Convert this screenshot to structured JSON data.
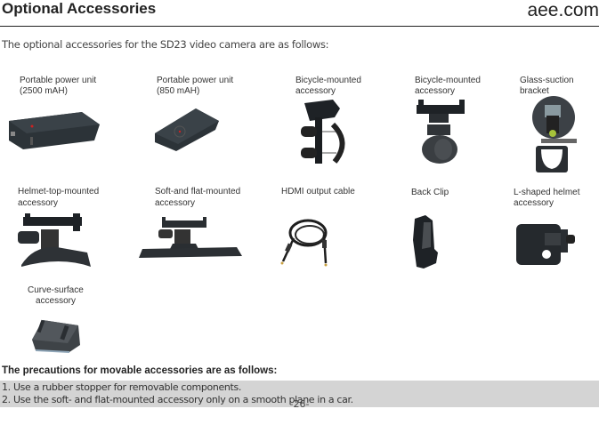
{
  "header": {
    "title": "Optional Accessories",
    "brand": "aee.com"
  },
  "intro": "The optional accessories for the SD23 video camera are as follows:",
  "accessories": [
    {
      "line1": "Portable power unit",
      "line2": "(2500 mAH)",
      "icon": "power-bank-large-icon"
    },
    {
      "line1": "Portable power unit",
      "line2": "(850 mAH)",
      "icon": "power-bank-small-icon"
    },
    {
      "line1": "Bicycle-mounted",
      "line2": "accessory",
      "icon": "bicycle-mount-icon"
    },
    {
      "line1": "Bicycle-mounted",
      "line2": "accessory",
      "icon": "bicycle-mount-round-icon"
    },
    {
      "line1": "Glass-suction",
      "line2": "bracket",
      "icon": "suction-cup-icon"
    },
    {
      "line1": "Helmet-top-mounted",
      "line2": "accessory",
      "icon": "helmet-mount-icon"
    },
    {
      "line1": "Soft-and flat-mounted",
      "line2": "accessory",
      "icon": "flat-mount-icon"
    },
    {
      "line1": "HDMI output cable",
      "line2": "",
      "icon": "hdmi-cable-icon"
    },
    {
      "line1": "Back Clip",
      "line2": "",
      "icon": "back-clip-icon"
    },
    {
      "line1": "L-shaped helmet",
      "line2": "accessory",
      "icon": "l-helmet-mount-icon"
    },
    {
      "line1": "Curve-surface",
      "line2": "accessory",
      "icon": "curve-mount-icon"
    }
  ],
  "precautions": {
    "title": "The precautions for movable accessories are as follows:",
    "items": [
      "1. Use a rubber stopper for removable components.",
      "2. Use the soft- and flat-mounted accessory only on a smooth plane in a car."
    ]
  },
  "page_number": "-26-",
  "colors": {
    "highlight_bg": "#d4d4d4",
    "product_dark": "#2b3136"
  }
}
